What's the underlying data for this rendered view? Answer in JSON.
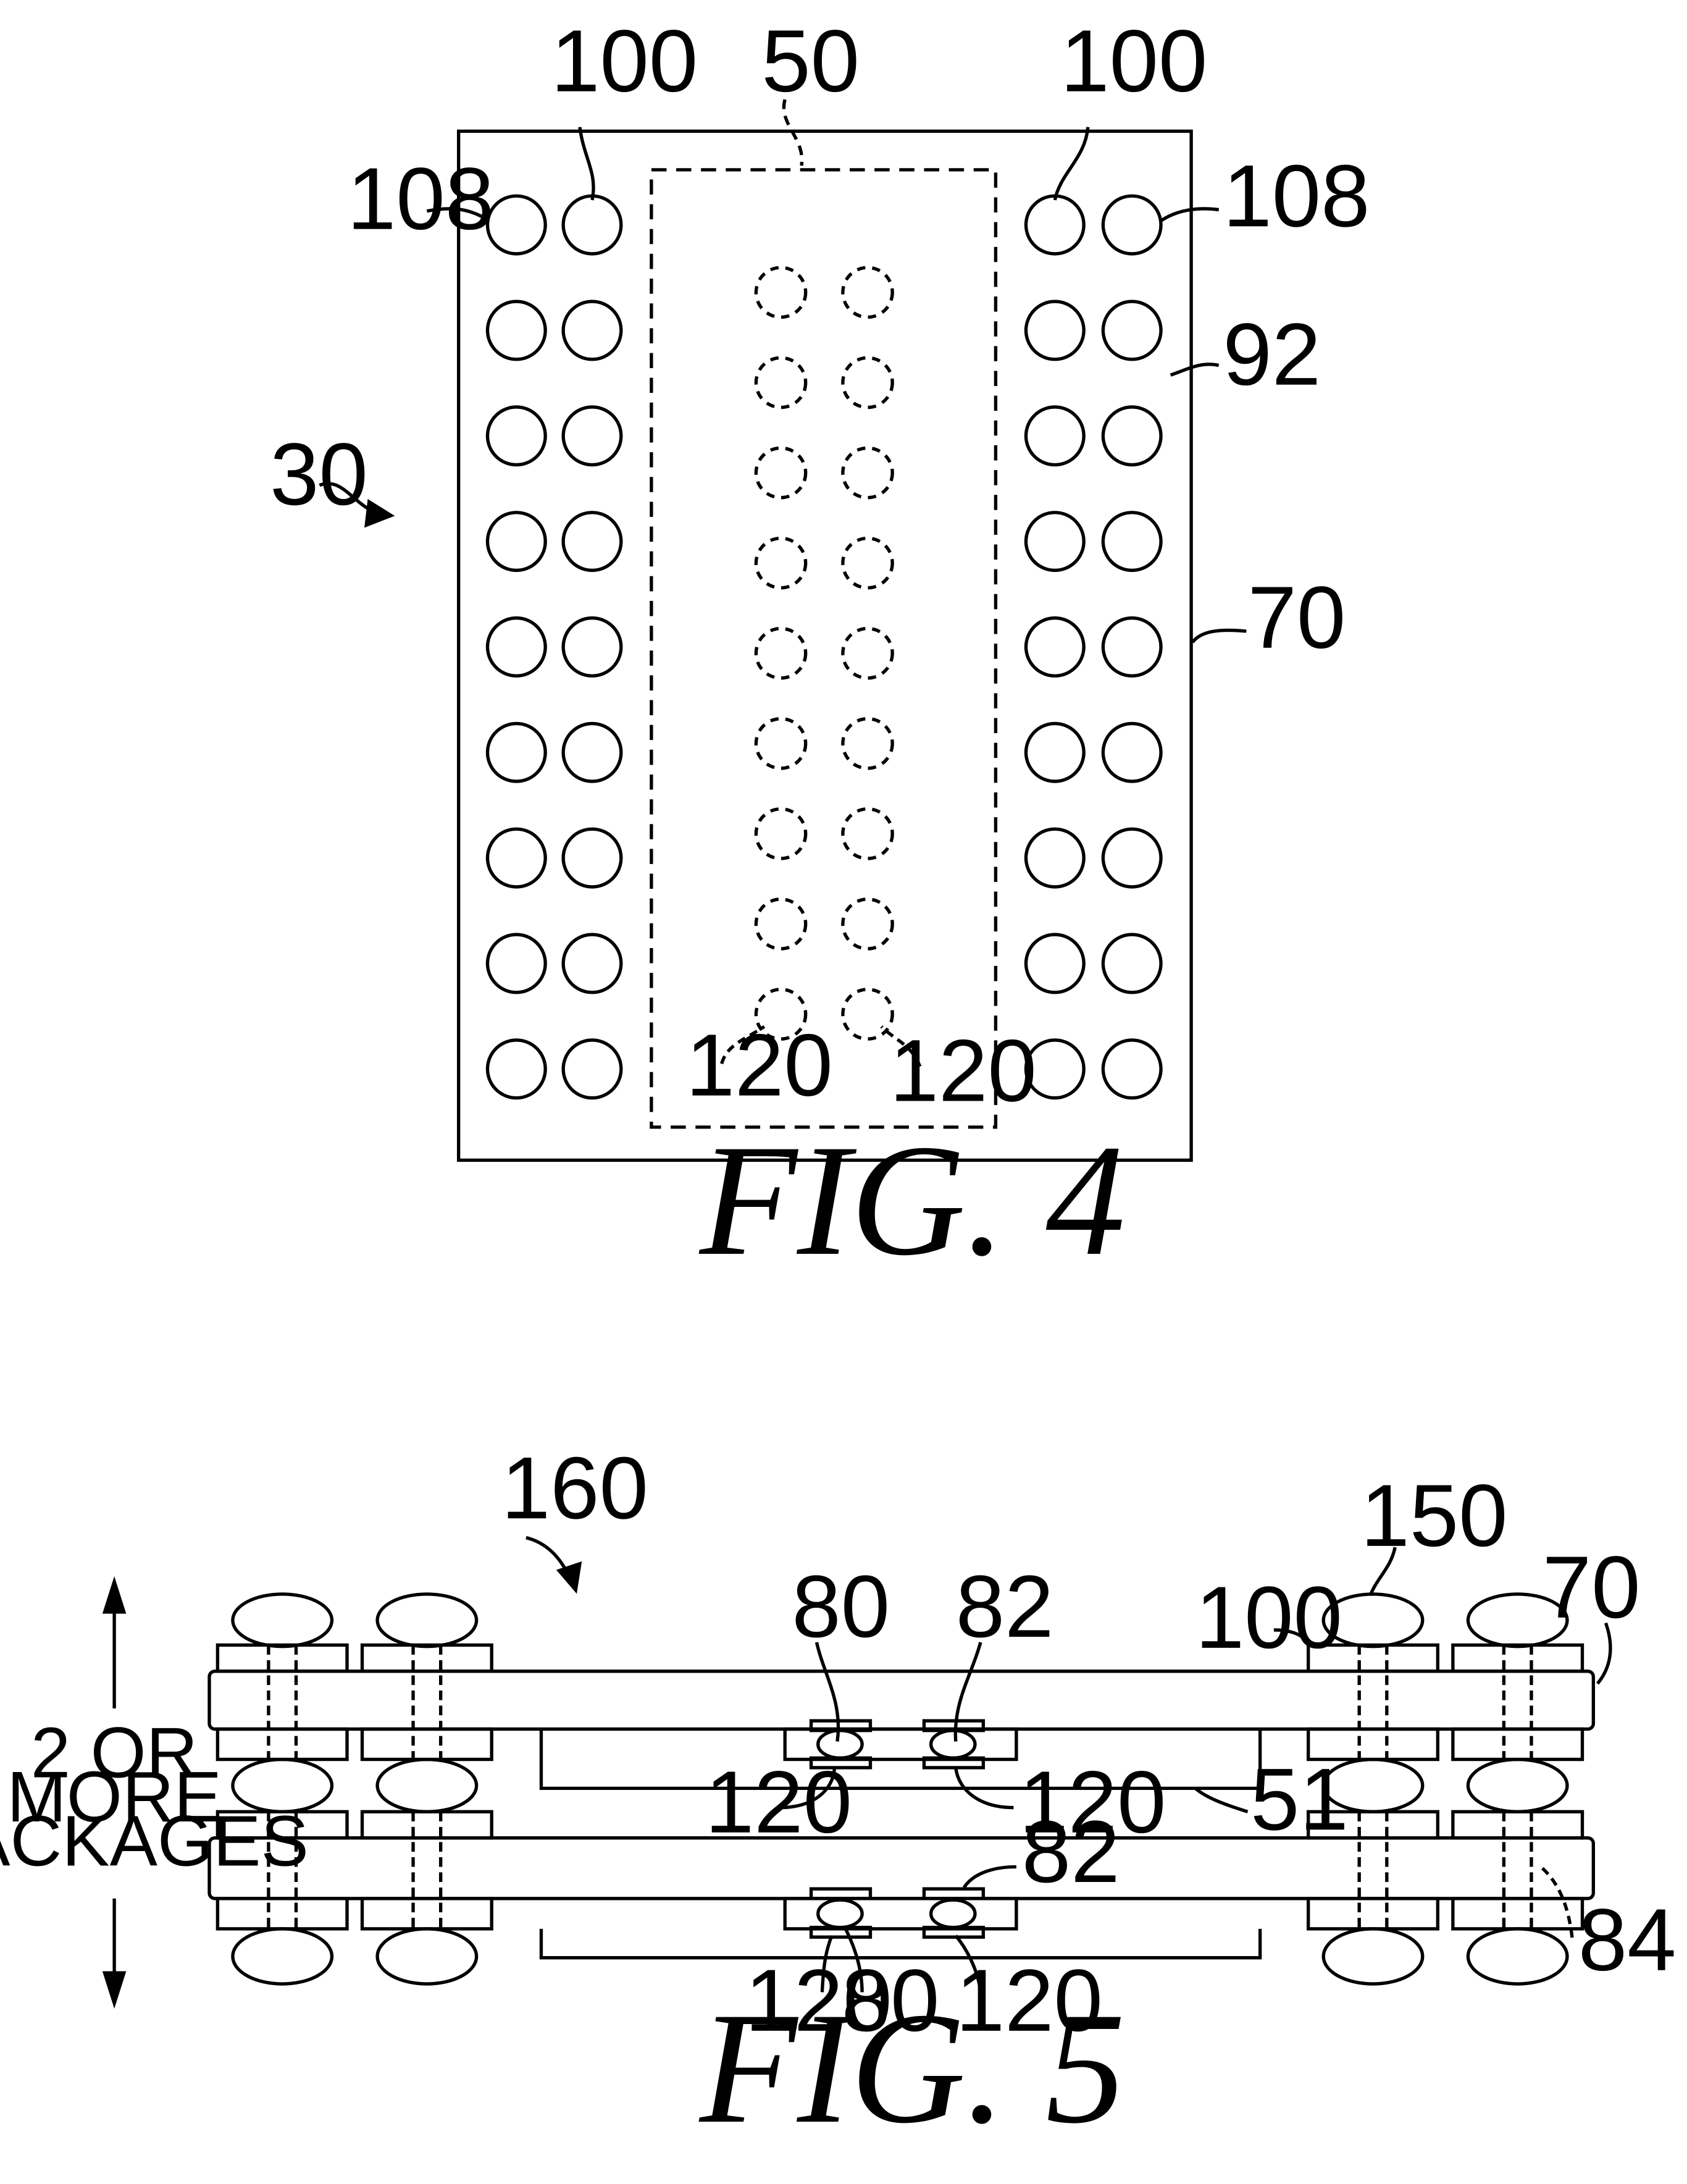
{
  "fig4": {
    "caption": "FIG.  4",
    "labels": {
      "ref_30": "30",
      "ref_50": "50",
      "ref_100_left": "100",
      "ref_100_right": "100",
      "ref_108_left": "108",
      "ref_108_right": "108",
      "ref_92": "92",
      "ref_70": "70",
      "ref_120_left": "120",
      "ref_120_right": "120"
    },
    "grid": {
      "rows": 9,
      "solid_columns_per_side": 2,
      "dashed_rows": 9,
      "dashed_columns": 2
    }
  },
  "fig5": {
    "caption": "FIG.  5",
    "packages_label": [
      "2  OR",
      "MORE",
      "PACKAGES"
    ],
    "labels": {
      "ref_160": "160",
      "ref_150": "150",
      "ref_100": "100",
      "ref_70": "70",
      "ref_80_top": "80",
      "ref_82_top": "82",
      "ref_120_top_left": "120",
      "ref_120_top_right": "120",
      "ref_51": "51",
      "ref_82_bottom": "82",
      "ref_84": "84",
      "ref_120_bottom_left": "120",
      "ref_80_bottom": "80",
      "ref_120_bottom_right": "120"
    }
  }
}
